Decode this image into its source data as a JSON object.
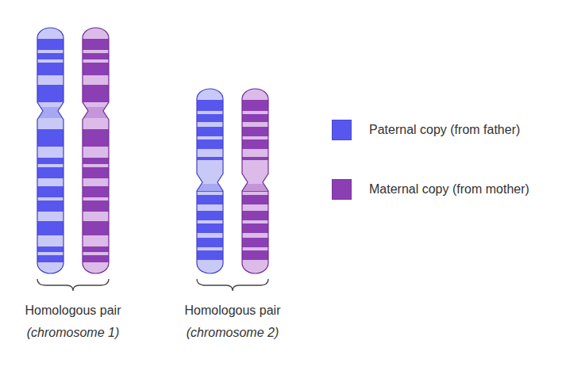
{
  "diagram": {
    "labels": [
      "Homologous pair",
      "(chromosome 1)",
      "Homologous pair",
      "(chromosome 2)"
    ],
    "legend": [
      {
        "text": "Paternal copy (from father)",
        "color": "#5757ee"
      },
      {
        "text": "Maternal copy (from mother)",
        "color": "#8c3fb3"
      }
    ]
  }
}
